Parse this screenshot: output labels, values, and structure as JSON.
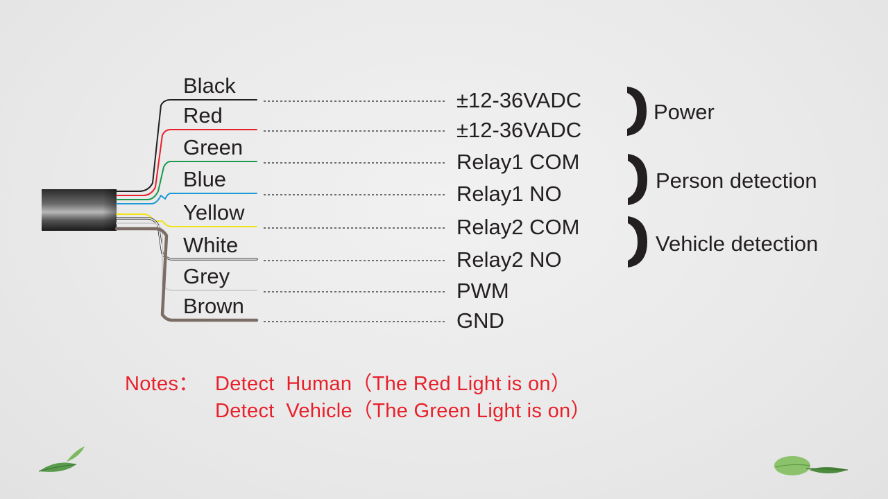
{
  "wires": [
    {
      "name": "Black",
      "color": "#231f20",
      "signal": "±12-36VADC"
    },
    {
      "name": "Red",
      "color": "#e8202a",
      "signal": "±12-36VADC"
    },
    {
      "name": "Green",
      "color": "#1a9a4a",
      "signal": "Relay1  COM"
    },
    {
      "name": "Blue",
      "color": "#1f9ad8",
      "signal": "Relay1  NO"
    },
    {
      "name": "Yellow",
      "color": "#f2e21a",
      "signal": "Relay2  COM"
    },
    {
      "name": "White",
      "color": "#ffffff",
      "signal": "Relay2  NO"
    },
    {
      "name": "Grey",
      "color": "#cfcfcf",
      "signal": "PWM"
    },
    {
      "name": "Brown",
      "color": "#7b6c66",
      "signal": "GND"
    }
  ],
  "groups": [
    {
      "label": "Power"
    },
    {
      "label": "Person detection"
    },
    {
      "label": "Vehicle detection"
    }
  ],
  "notes": {
    "prefix": "Notes：",
    "line1": "Detect  Human（The Red Light is on）",
    "line2": "Detect  Vehicle（The Green Light is on）",
    "color": "#e8202a"
  },
  "icons": [
    "leaf-icon-left",
    "leaf-icon-right"
  ]
}
